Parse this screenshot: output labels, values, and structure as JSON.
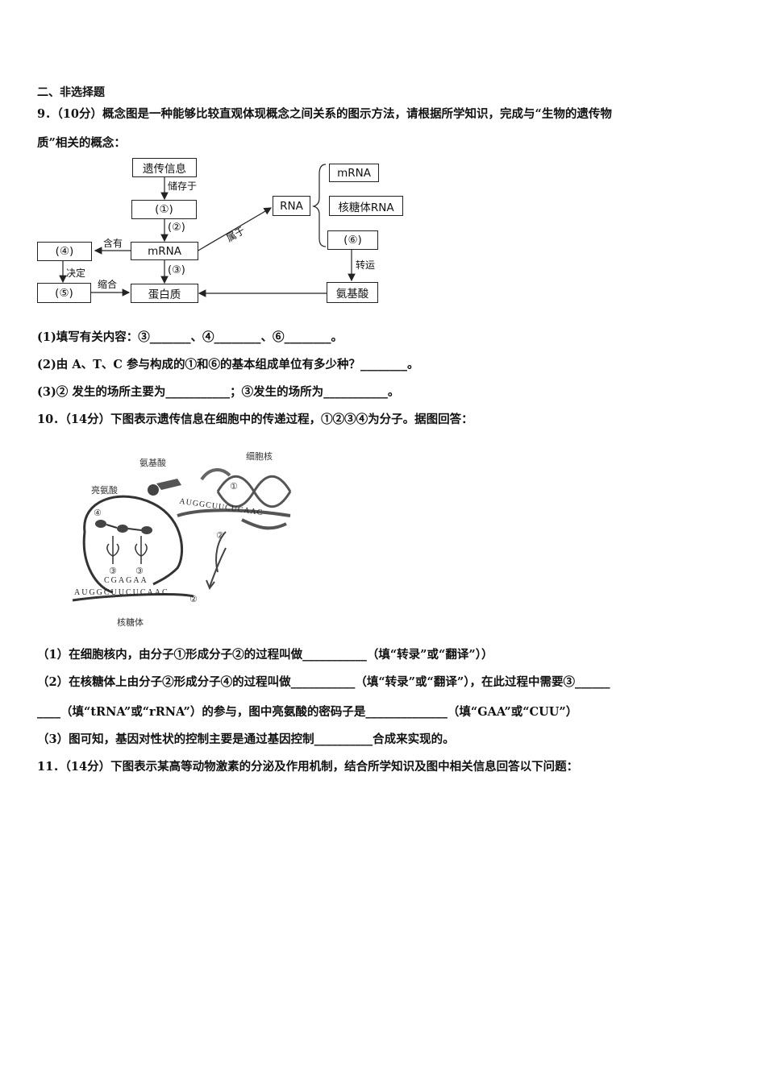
{
  "section_header": "二、非选择题",
  "q9": {
    "stem_line1": "9．（10分）概念图是一种能够比较直观体现概念之间关系的图示方法，请根据所学知识，完成与“生物的遗传物",
    "stem_line2": "质”相关的概念：",
    "diagram": {
      "genetic_info": "遗传信息",
      "stored_in": "储存于",
      "node1": "(①)",
      "node2": "(②)",
      "mrna": "mRNA",
      "contains": "含有",
      "node4": "(④)",
      "decides": "决定",
      "node5": "(⑤)",
      "condense": "缩合",
      "node3": "(③)",
      "protein": "蛋白质",
      "belongs_to": "属于",
      "rna": "RNA",
      "mrna_right": "mRNA",
      "rrna": "核糖体RNA",
      "node6": "(⑥)",
      "transport": "转运",
      "amino_acid": "氨基酸"
    },
    "sub1": "(1)填写有关内容：③_______、④________、⑥________。",
    "sub2": "(2)由 A、T、C 参与构成的①和⑥的基本组成单位有多少种？________。",
    "sub3": "(3)② 发生的场所主要为___________；③发生的场所为___________。"
  },
  "q10": {
    "stem": "10．（14分）下图表示遗传信息在细胞中的传递过程，①②③④为分子。据图回答：",
    "figure": {
      "amino_acid": "氨基酸",
      "nucleus": "细胞核",
      "leucine": "亮氨酸",
      "ribosome": "核糖体",
      "label1": "①",
      "label2a": "②",
      "label2b": "②",
      "label3a": "③",
      "label3b": "③",
      "label4": "④",
      "top_seq": "AUGGCUUCUCAAC",
      "bottom_seq": "AUGGCUUCUCAAC",
      "anticodon_seq": "CGAGAA"
    },
    "sub1": "（1）在细胞核内，由分子①形成分子②的过程叫做___________（填“转录”或“翻译”））",
    "sub2_line1": "（2）在核糖体上由分子②形成分子④的过程叫做___________（填“转录”或“翻译”），在此过程中需要③______",
    "sub2_line2": "____（填“tRNA”或“rRNA”）的参与，图中亮氨酸的密码子是______________（填“GAA”或“CUU”）",
    "sub3": "（3）图可知，基因对性状的控制主要是通过基因控制__________合成来实现的。"
  },
  "q11": {
    "stem": "11．（14分）下图表示某高等动物激素的分泌及作用机制，结合所学知识及图中相关信息回答以下问题："
  }
}
